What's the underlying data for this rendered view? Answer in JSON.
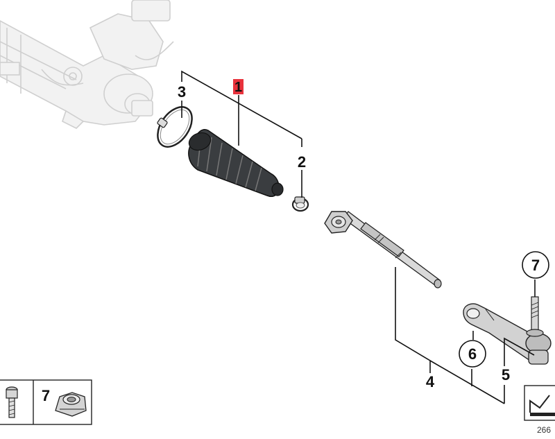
{
  "diagram": {
    "callouts": [
      {
        "id": "1",
        "label": "1",
        "highlighted": true,
        "highlight_color": "#e8323c"
      },
      {
        "id": "2",
        "label": "2"
      },
      {
        "id": "3",
        "label": "3"
      },
      {
        "id": "4",
        "label": "4"
      },
      {
        "id": "5",
        "label": "5"
      },
      {
        "id": "6",
        "label": "6",
        "circled": true
      },
      {
        "id": "7",
        "label": "7",
        "circled": true
      }
    ],
    "legend_box": {
      "label": "7"
    },
    "diagram_code": "266",
    "icons": [
      "steering-gear-housing-icon",
      "clamp-ring-icon",
      "bellows-boot-icon",
      "hose-clip-icon",
      "tie-rod-icon",
      "tie-rod-end-icon",
      "screw-icon",
      "self-locking-nut-icon",
      "note-symbol-icon"
    ]
  }
}
